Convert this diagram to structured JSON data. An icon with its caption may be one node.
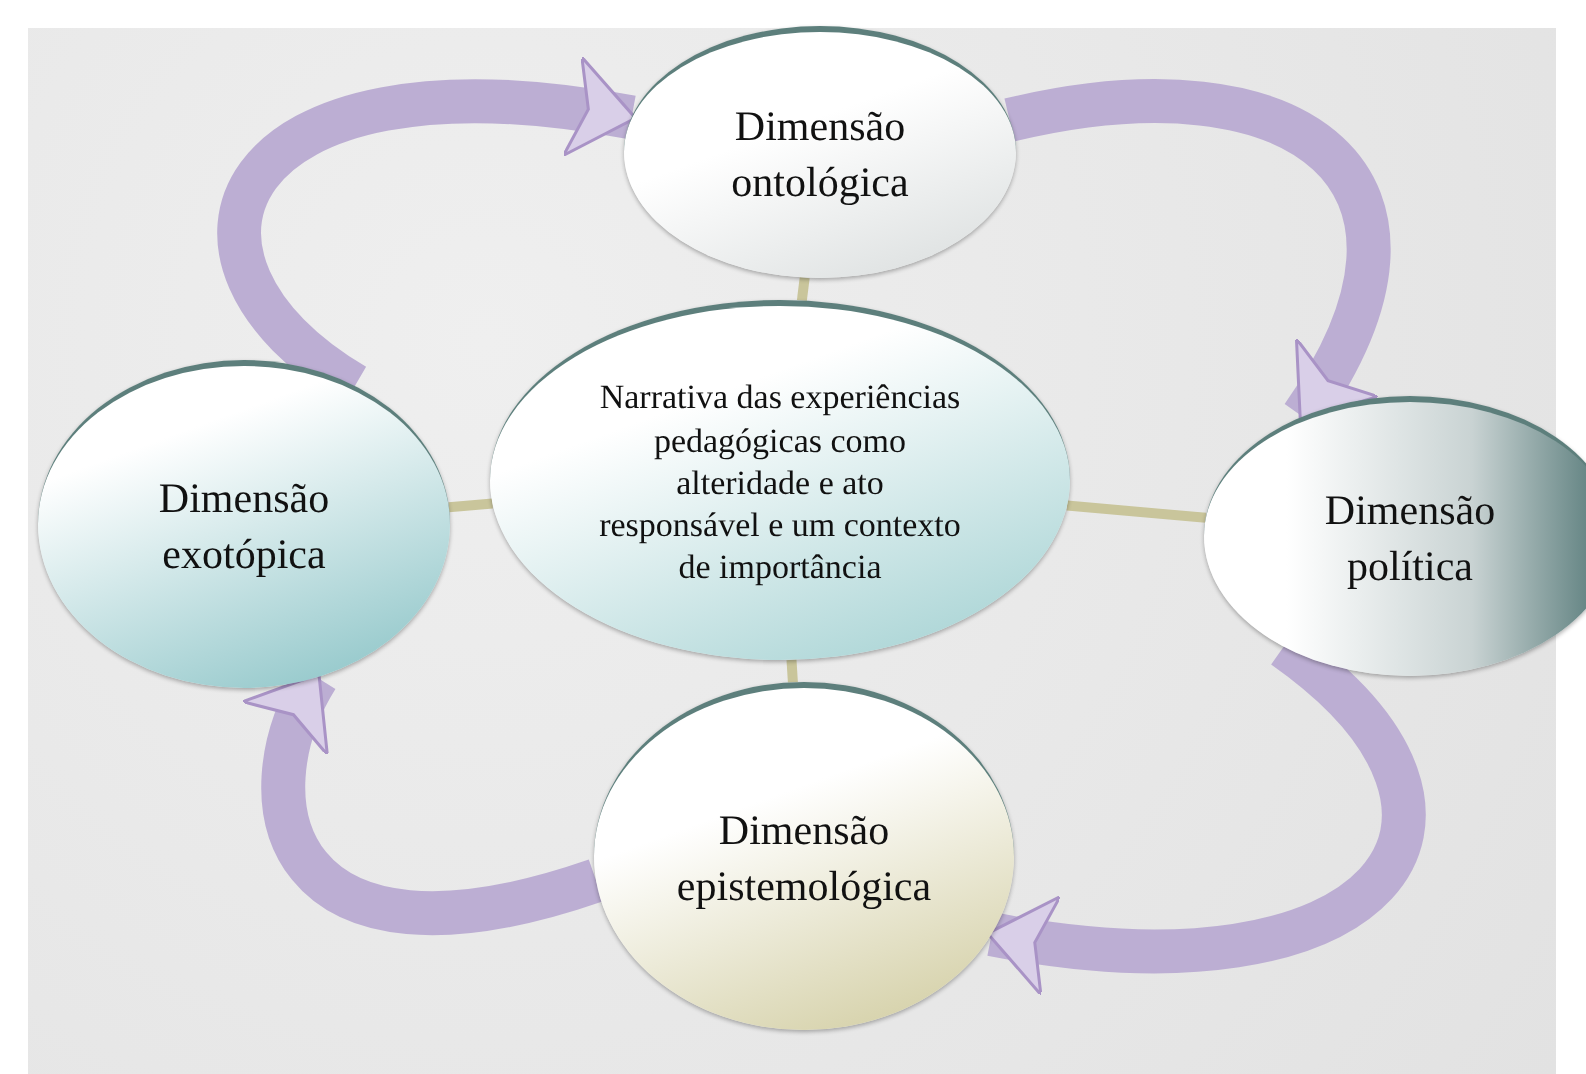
{
  "diagram": {
    "nodes": [
      {
        "text": [
          "Narrativa das experiências pedagógicas como alteridade e ato responsável e um contexto de importância"
        ]
      },
      {
        "text": [
          "Dimensão ontológica"
        ]
      },
      {
        "text": [
          "Dimensão política"
        ]
      },
      {
        "text": [
          "Dimensão epistemológica"
        ]
      },
      {
        "text": [
          "Dimensão exotópica"
        ]
      }
    ],
    "edges": [
      {
        "from": 0,
        "to": 1,
        "arrow": "none",
        "color": "#c9c59b"
      },
      {
        "from": 0,
        "to": 2,
        "arrow": "none",
        "color": "#c9c59b"
      },
      {
        "from": 0,
        "to": 3,
        "arrow": "none",
        "color": "#c9c59b"
      },
      {
        "from": 0,
        "to": 4,
        "arrow": "none",
        "color": "#c9c59b"
      },
      {
        "from": 4,
        "to": 1,
        "arrow": "to",
        "style": "thick",
        "color": "#bcaed3"
      },
      {
        "from": 1,
        "to": 2,
        "arrow": "to",
        "style": "thick",
        "color": "#bcaed3"
      },
      {
        "from": 2,
        "to": 3,
        "arrow": "to",
        "style": "thick",
        "color": "#bcaed3"
      },
      {
        "from": 3,
        "to": 4,
        "arrow": "to",
        "style": "thick",
        "color": "#bcaed3"
      }
    ]
  }
}
